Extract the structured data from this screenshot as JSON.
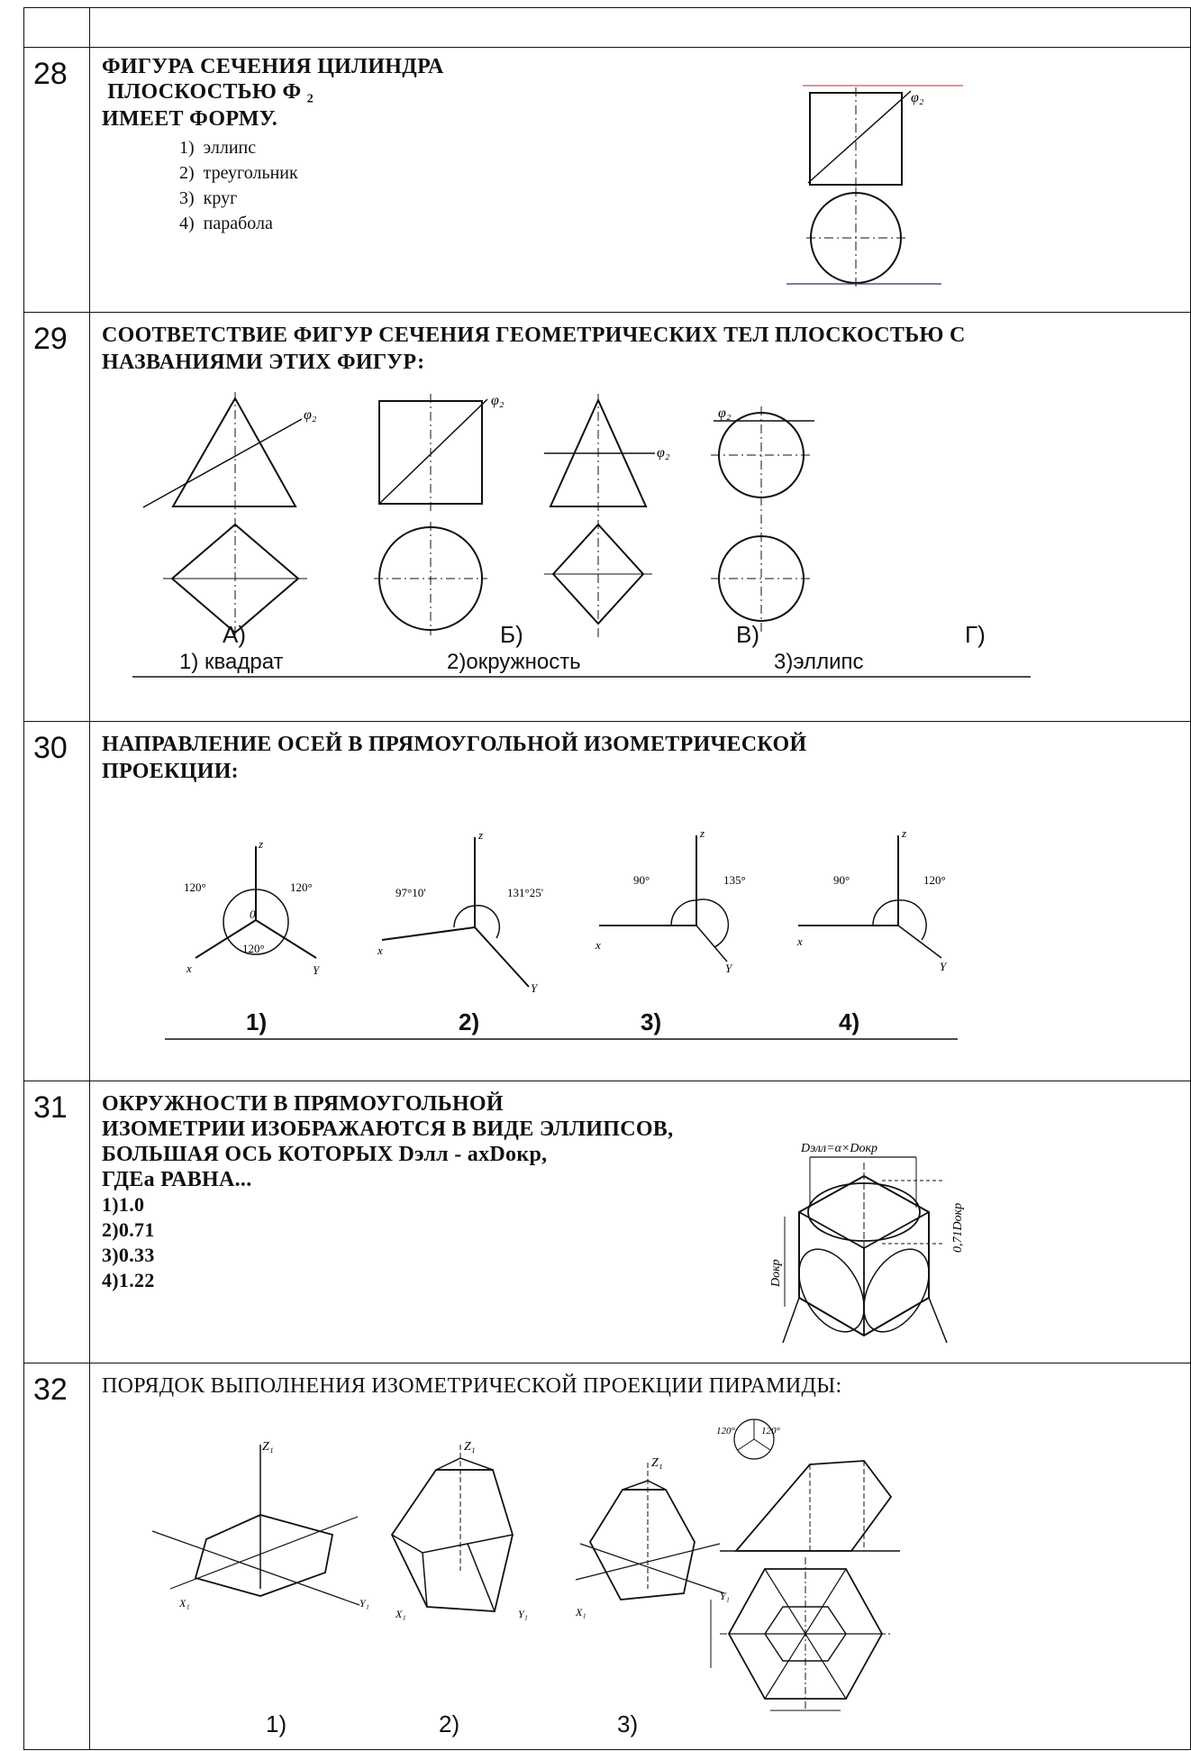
{
  "questions": [
    {
      "number": "28",
      "lines": [
        "ФИГУРА СЕЧЕНИЯ ЦИЛИНДРА",
        " ПЛОСКОСТЬЮ Ф ₂",
        "ИМЕЕТ ФОРМУ."
      ],
      "options": [
        "1)  эллипс",
        "2)  треугольник",
        "3)  круг",
        "4)  парабола"
      ],
      "figure_label": "φ₂"
    },
    {
      "number": "29",
      "lines": [
        "СООТВЕТСТВИЕ ФИГУР СЕЧЕНИЯ ГЕОМЕТРИЧЕСКИХ ТЕЛ ПЛОСКОСТЬЮ С",
        "НАЗВАНИЯМИ ЭТИХ ФИГУР:"
      ],
      "figure_labels": [
        "А)",
        "Б)",
        "В)",
        "Г)"
      ],
      "answers": [
        "1) квадрат",
        "2)окружность",
        "3)эллипс"
      ],
      "plane_label": "φ₂"
    },
    {
      "number": "30",
      "lines": [
        "НАПРАВЛЕНИЕ ОСЕЙ В ПРЯМОУГОЛЬНОЙ ИЗОМЕТРИЧЕСКОЙ",
        "ПРОЕКЦИИ:"
      ],
      "figure_labels": [
        "1)",
        "2)",
        "3)",
        "4)"
      ],
      "angles": {
        "f1": [
          "120°",
          "120°",
          "120°"
        ],
        "f2": [
          "97°10'",
          "131°25'"
        ],
        "f3": [
          "90°",
          "135°"
        ],
        "f4": [
          "90°",
          "120°"
        ]
      },
      "axes": {
        "z": "z",
        "x": "x",
        "y": "Y",
        "o": "0"
      }
    },
    {
      "number": "31",
      "lines": [
        "ОКРУЖНОСТИ В ПРЯМОУГОЛЬНОЙ",
        "ИЗОМЕТРИИ ИЗОБРАЖАЮТСЯ В ВИДЕ ЭЛЛИПСОВ,",
        "БОЛЬШАЯ ОСЬ КОТОРЫХ Dэлл - axDокр,",
        "ГДЕa РАВНА..."
      ],
      "options": [
        "1)1.0",
        "2)0.71",
        "3)0.33",
        "4)1.22"
      ],
      "figure_top": "Dэлл=α×Dокр",
      "figure_side": "0,71Dокр",
      "figure_left": "Dокр"
    },
    {
      "number": "32",
      "lines": [
        "ПОРЯДОК ВЫПОЛНЕНИЯ ИЗОМЕТРИЧЕСКОЙ ПРОЕКЦИИ ПИРАМИДЫ:"
      ],
      "figure_labels": [
        "1)",
        "2)",
        "3)"
      ],
      "small_labels": {
        "z1": "Z₁",
        "x1": "X₁",
        "y1": "Y₁",
        "a120": "120°"
      }
    }
  ]
}
